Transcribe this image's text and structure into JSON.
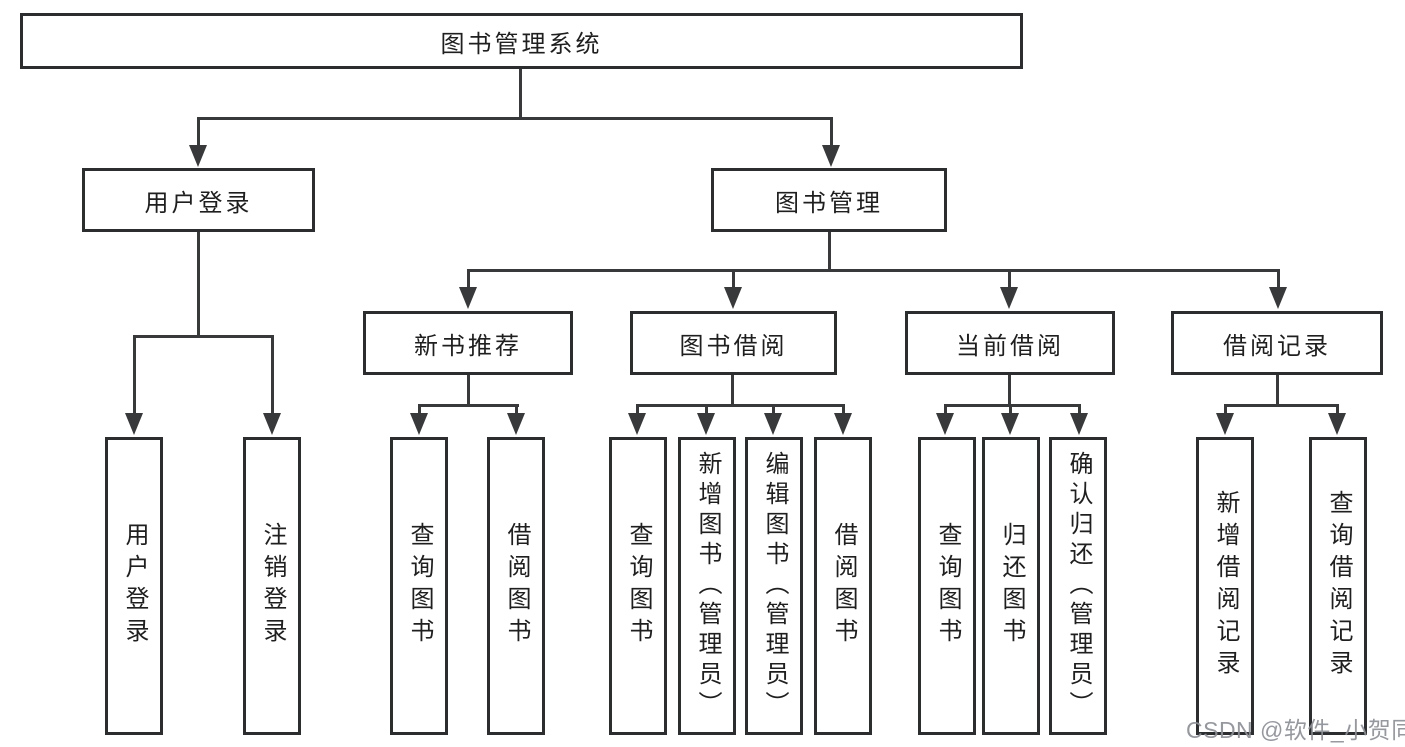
{
  "diagram": {
    "title_node": {
      "label": "图书管理系统"
    },
    "level2": [
      {
        "label": "用户登录",
        "parent": "图书管理系统"
      },
      {
        "label": "图书管理",
        "parent": "图书管理系统"
      }
    ],
    "level3": [
      {
        "label": "新书推荐",
        "parent": "图书管理"
      },
      {
        "label": "图书借阅",
        "parent": "图书管理"
      },
      {
        "label": "当前借阅",
        "parent": "图书管理"
      },
      {
        "label": "借阅记录",
        "parent": "图书管理"
      }
    ],
    "leaves": [
      {
        "label": "用户登录",
        "parent": "用户登录"
      },
      {
        "label": "注销登录",
        "parent": "用户登录"
      },
      {
        "label": "查询图书",
        "parent": "新书推荐"
      },
      {
        "label": "借阅图书",
        "parent": "新书推荐"
      },
      {
        "label": "查询图书",
        "parent": "图书借阅"
      },
      {
        "label": "新增图书（管理员）",
        "parent": "图书借阅"
      },
      {
        "label": "编辑图书（管理员）",
        "parent": "图书借阅"
      },
      {
        "label": "借阅图书",
        "parent": "图书借阅"
      },
      {
        "label": "查询图书",
        "parent": "当前借阅"
      },
      {
        "label": "归还图书",
        "parent": "当前借阅"
      },
      {
        "label": "确认归还（管理员）",
        "parent": "当前借阅"
      },
      {
        "label": "新增借阅记录",
        "parent": "借阅记录"
      },
      {
        "label": "查询借阅记录",
        "parent": "借阅记录"
      }
    ],
    "colors": {
      "border": "#2c2d2f",
      "line": "#38393b",
      "text": "#1f1f1f",
      "background": "#ffffff",
      "watermark": "#8c8f96"
    }
  },
  "watermark": {
    "text": "CSDN @软件_小贺同学"
  }
}
